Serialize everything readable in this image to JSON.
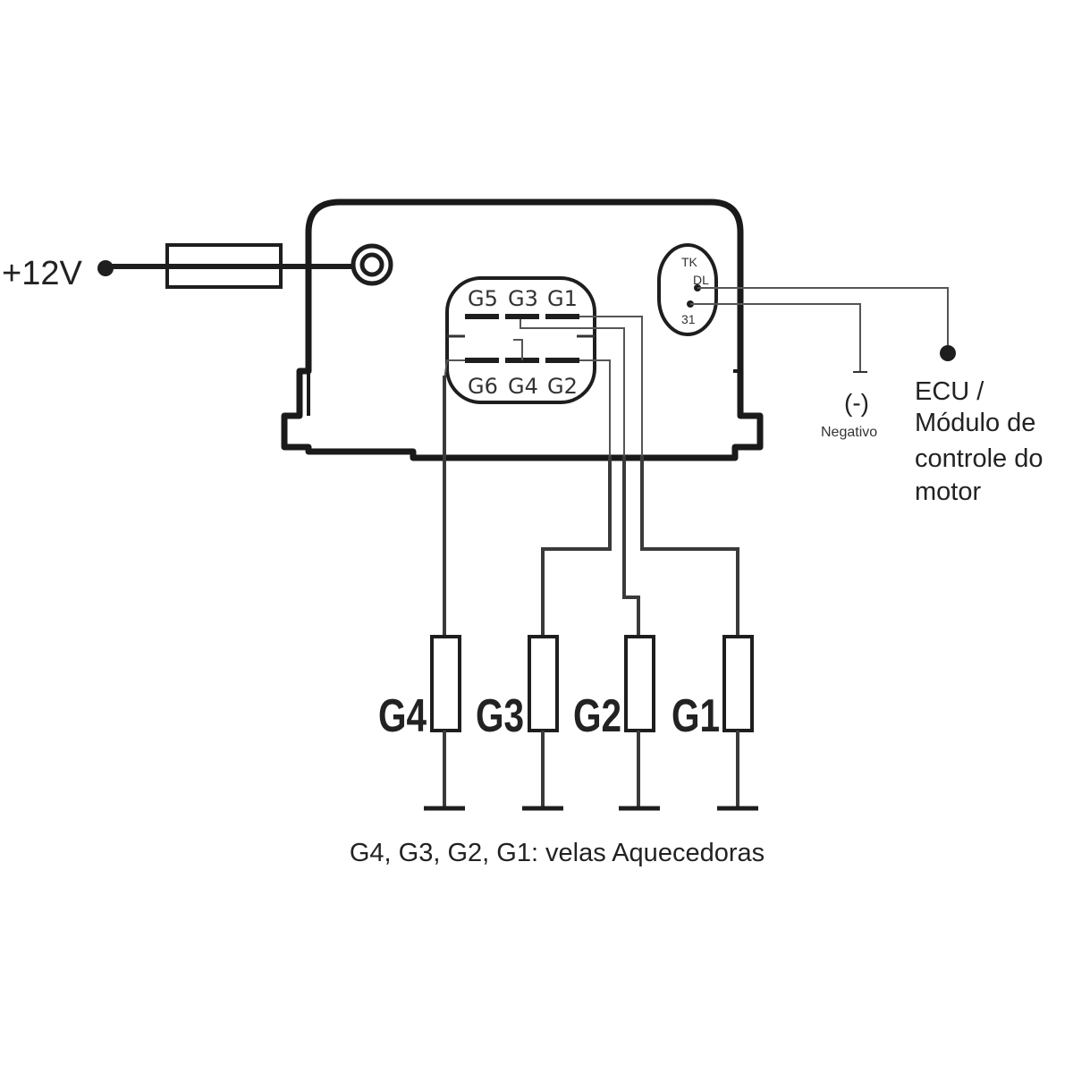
{
  "supply": {
    "label": "+12V"
  },
  "connector": {
    "top_pins": [
      "G5",
      "G3",
      "G1"
    ],
    "bottom_pins": [
      "G6",
      "G4",
      "G2"
    ]
  },
  "signal_connector": {
    "pins": [
      "TK",
      "DL",
      "31"
    ]
  },
  "ground_terminal": {
    "symbol": "(-)",
    "label": "Negativo"
  },
  "ecu": {
    "lines": [
      "ECU /",
      "Módulo de",
      "controle do",
      "motor"
    ]
  },
  "glow_plugs": [
    "G4",
    "G3",
    "G2",
    "G1"
  ],
  "caption": "G4, G3, G2, G1: velas Aquecedoras",
  "colors": {
    "line": "#1e1e1e",
    "text": "#222222",
    "background": "#ffffff"
  }
}
